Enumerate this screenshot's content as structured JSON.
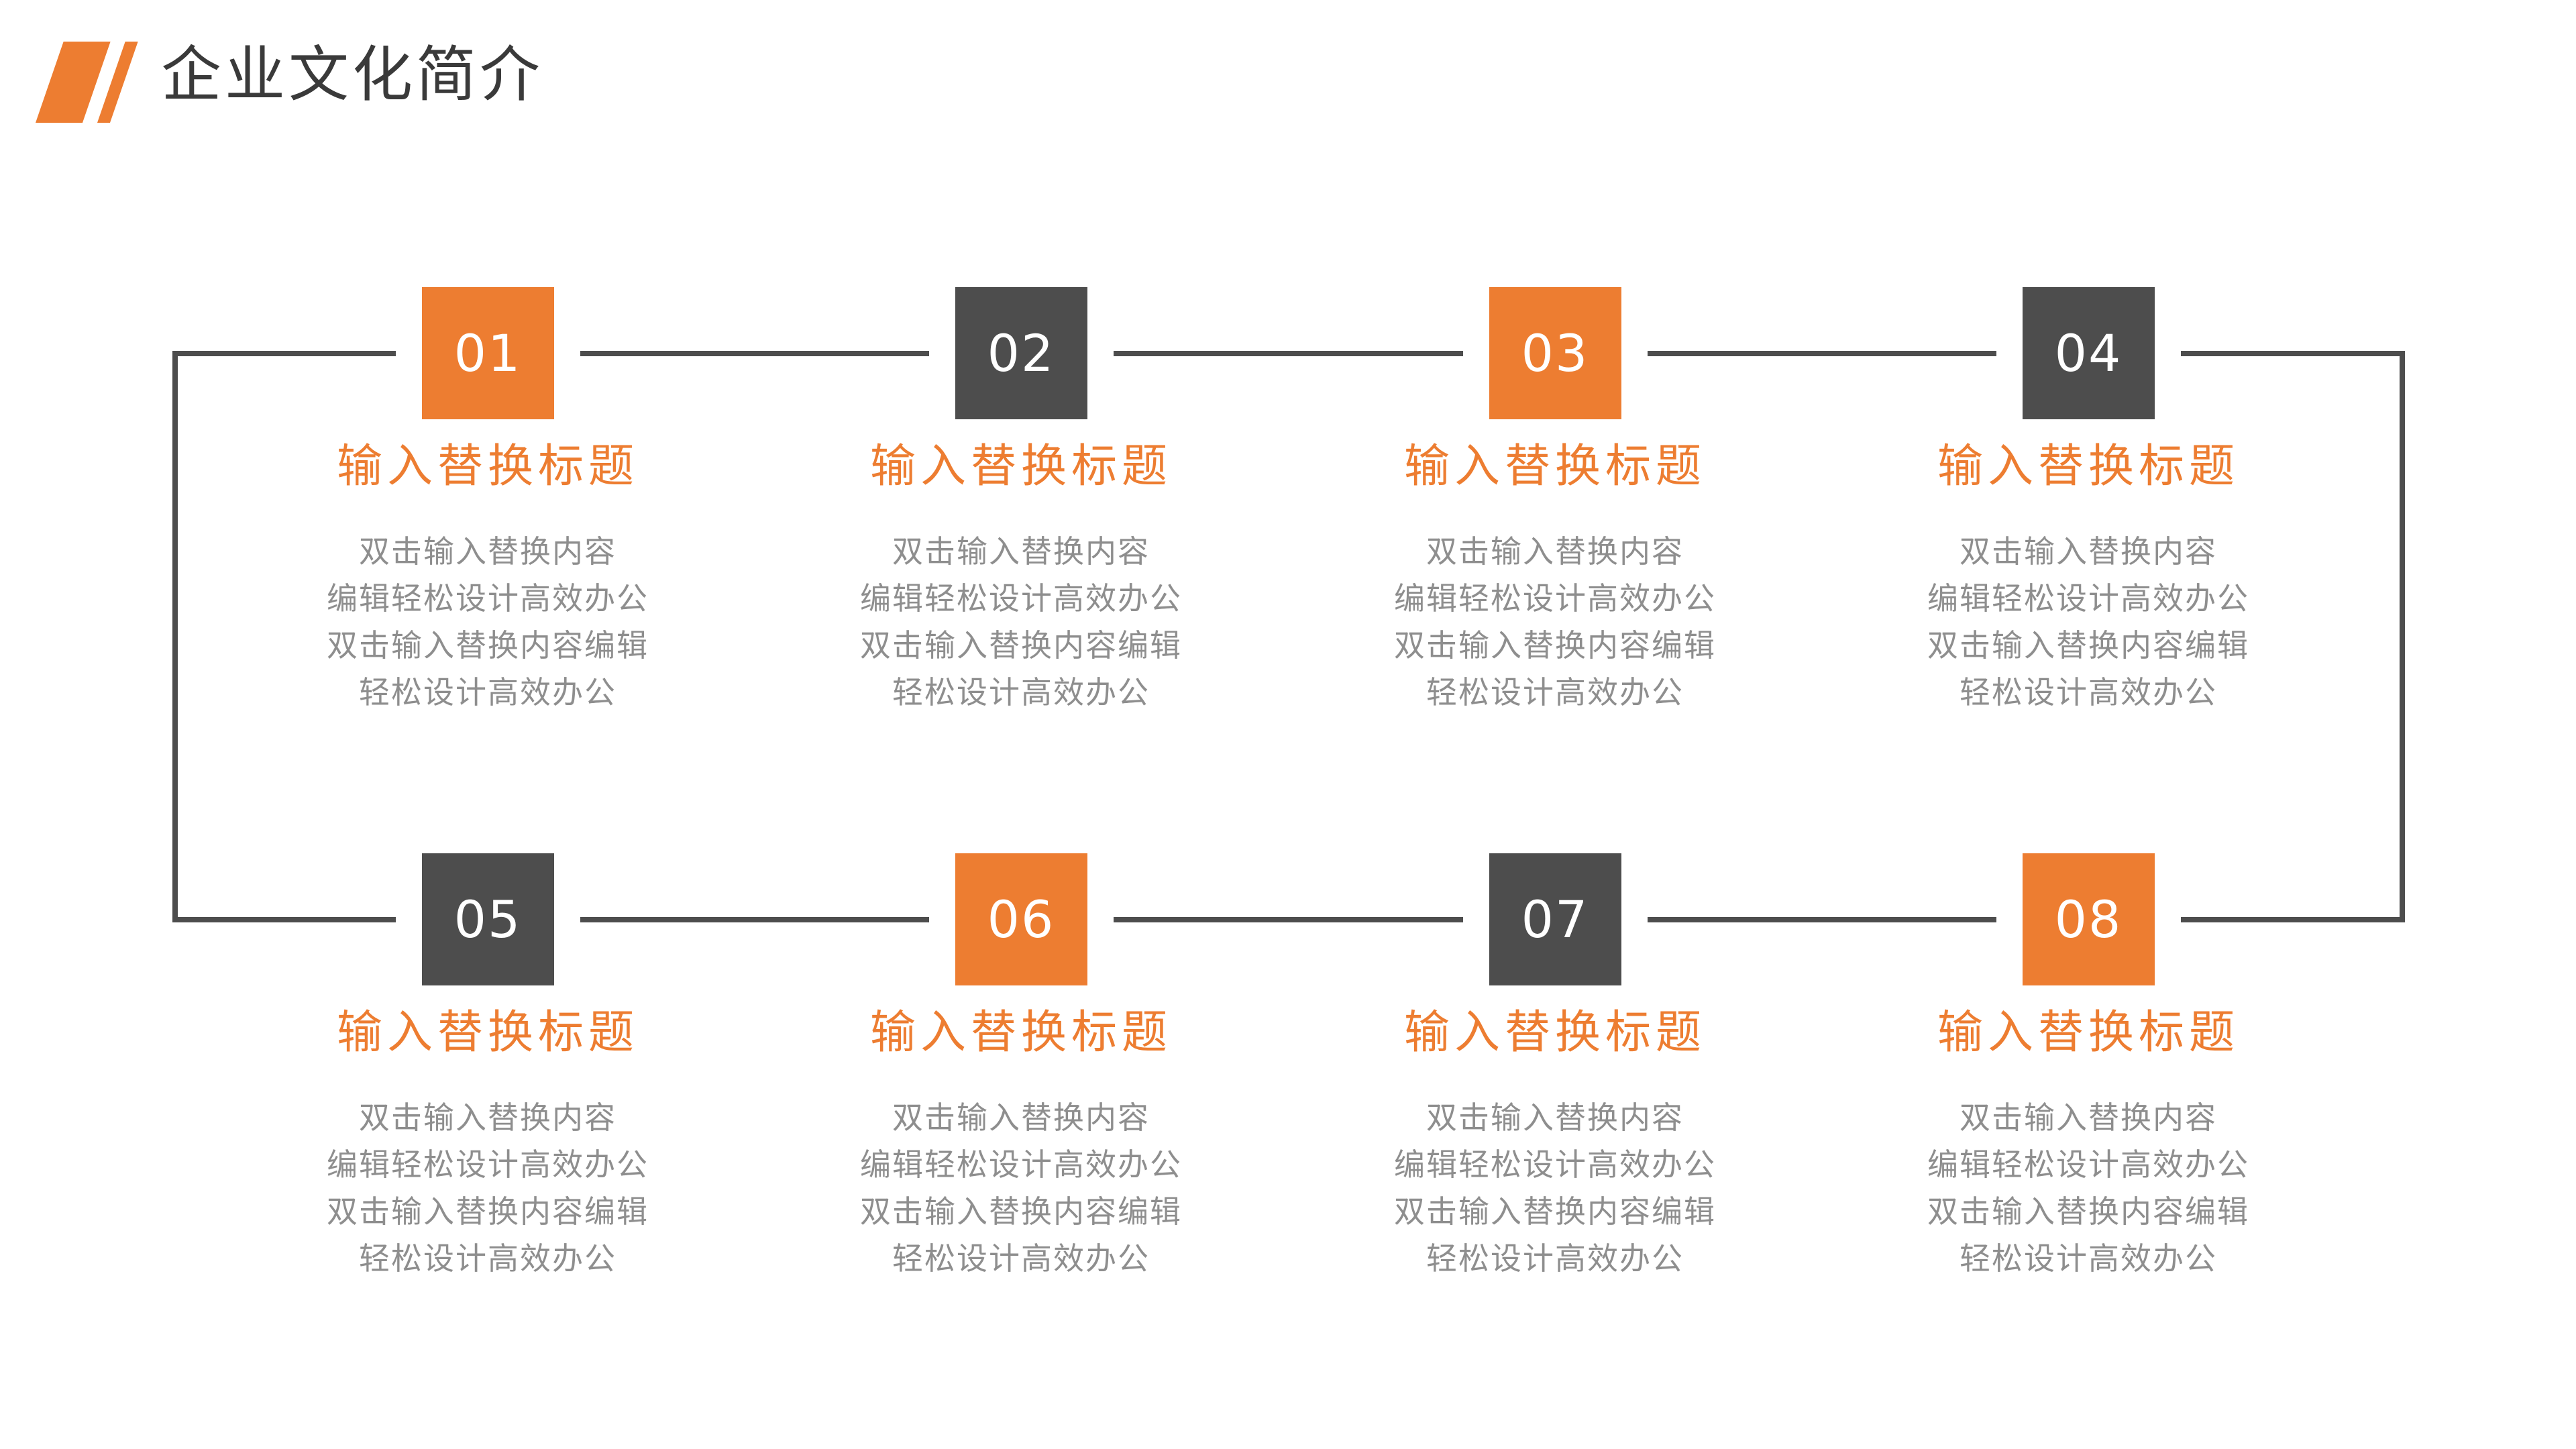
{
  "slide": {
    "title": "企业文化简介"
  },
  "colors": {
    "accent": "#ED7D31",
    "dark": "#4D4D4D",
    "line": "#4D4D4D",
    "heading": "#3A3A3A",
    "body": "#8E8E8E",
    "number_text": "#FFFFFF",
    "background": "#FFFFFF"
  },
  "items": [
    {
      "number": "01",
      "color": "orange",
      "title": "输入替换标题",
      "body_lines": [
        "双击输入替换内容",
        "编辑轻松设计高效办公",
        "双击输入替换内容编辑",
        "轻松设计高效办公"
      ]
    },
    {
      "number": "02",
      "color": "dark",
      "title": "输入替换标题",
      "body_lines": [
        "双击输入替换内容",
        "编辑轻松设计高效办公",
        "双击输入替换内容编辑",
        "轻松设计高效办公"
      ]
    },
    {
      "number": "03",
      "color": "orange",
      "title": "输入替换标题",
      "body_lines": [
        "双击输入替换内容",
        "编辑轻松设计高效办公",
        "双击输入替换内容编辑",
        "轻松设计高效办公"
      ]
    },
    {
      "number": "04",
      "color": "dark",
      "title": "输入替换标题",
      "body_lines": [
        "双击输入替换内容",
        "编辑轻松设计高效办公",
        "双击输入替换内容编辑",
        "轻松设计高效办公"
      ]
    },
    {
      "number": "05",
      "color": "dark",
      "title": "输入替换标题",
      "body_lines": [
        "双击输入替换内容",
        "编辑轻松设计高效办公",
        "双击输入替换内容编辑",
        "轻松设计高效办公"
      ]
    },
    {
      "number": "06",
      "color": "orange",
      "title": "输入替换标题",
      "body_lines": [
        "双击输入替换内容",
        "编辑轻松设计高效办公",
        "双击输入替换内容编辑",
        "轻松设计高效办公"
      ]
    },
    {
      "number": "07",
      "color": "dark",
      "title": "输入替换标题",
      "body_lines": [
        "双击输入替换内容",
        "编辑轻松设计高效办公",
        "双击输入替换内容编辑",
        "轻松设计高效办公"
      ]
    },
    {
      "number": "08",
      "color": "orange",
      "title": "输入替换标题",
      "body_lines": [
        "双击输入替换内容",
        "编辑轻松设计高效办公",
        "双击输入替换内容编辑",
        "轻松设计高效办公"
      ]
    }
  ]
}
